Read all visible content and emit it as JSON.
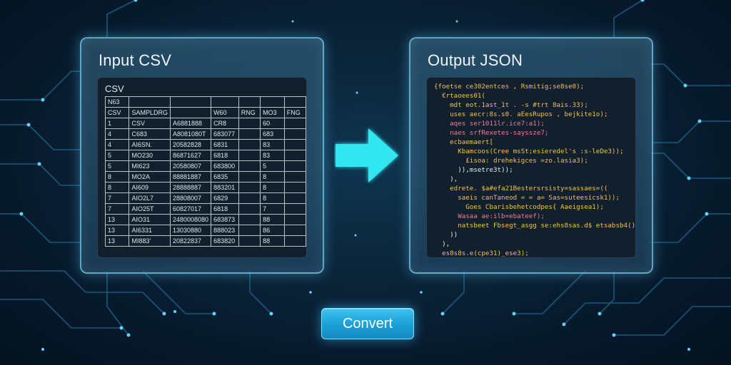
{
  "input_panel": {
    "title": "Input CSV",
    "csv_label": "CSV",
    "table": {
      "header_rows": [
        [
          "N63",
          "",
          "",
          "",
          "",
          "",
          ""
        ],
        [
          "CSV",
          "SAMPLDRG",
          "",
          "W60",
          "RNG",
          "MO3",
          "FNG"
        ]
      ],
      "rows": [
        [
          "1",
          "CSV",
          "A6881888",
          "CR8",
          "",
          "60",
          ""
        ],
        [
          "4",
          "C683",
          "A8081080T",
          "683077",
          "",
          "683",
          ""
        ],
        [
          "4",
          "AI6SN.",
          "20582828",
          "6831",
          "",
          "83",
          ""
        ],
        [
          "5",
          "MO230",
          "86871627",
          "6818",
          "",
          "83",
          ""
        ],
        [
          "5",
          "MI623",
          "20580807",
          "683800",
          "",
          "5",
          ""
        ],
        [
          "8",
          "MO2A",
          "88881887",
          "6835",
          "",
          "8",
          ""
        ],
        [
          "8",
          "AI609",
          "28888887",
          "883201",
          "",
          "8",
          ""
        ],
        [
          "7",
          "AIO2L7",
          "28808007",
          "6829",
          "",
          "8",
          ""
        ],
        [
          "7",
          "AIO25T",
          "60827017",
          "6818",
          "",
          "7",
          ""
        ],
        [
          "13",
          "AIO31",
          "2480008080",
          "683873",
          "",
          "88",
          ""
        ],
        [
          "13",
          "AI6331",
          "13030880",
          "888023",
          "",
          "86",
          ""
        ],
        [
          "13",
          "MI883'",
          "20822837",
          "683820",
          "",
          "88",
          ""
        ]
      ]
    }
  },
  "output_panel": {
    "title": "Output JSON",
    "code_lines": [
      {
        "text": "{foetse ce302entces , Rsmitig;se8se0);",
        "color": "#f2c14e"
      },
      {
        "text": "  €rtaoees01(",
        "color": "#f2c14e"
      },
      {
        "text": "    mdt eot.1ast_1t . -s #trt 8ais.33);",
        "color": "#f2c14e"
      },
      {
        "text": "    uses aecr:8s.s0. aEesRupos , bejkite1o);",
        "color": "#f2c14e"
      },
      {
        "text": "    aqes ser1011lr.ice7:a1);",
        "color": "#f07a9a"
      },
      {
        "text": "    naes srfRexetes-sayssze7;",
        "color": "#f07a9a"
      },
      {
        "text": "    ecbaemaert[",
        "color": "#f2c14e"
      },
      {
        "text": "      Kbamcoos(Cree msSt;esieredel's :s-leDe3));",
        "color": "#f2c14e"
      },
      {
        "text": "        £isoa: drehekigces =zo.lasia3);",
        "color": "#f2c14e"
      },
      {
        "text": "      )),msetre3t));",
        "color": "#e6edf3"
      },
      {
        "text": "    ),",
        "color": "#e6edf3"
      },
      {
        "text": "    edrete. $a#efa21Bestersrsisty=sassaes=((",
        "color": "#f2c14e"
      },
      {
        "text": "      saeis canTaneod = = a= Sas=suteesicsk1));",
        "color": "#f2c14e"
      },
      {
        "text": "        Goes Cbarisbehetcodpes{ Aaeigsea1);",
        "color": "#f2c14e"
      },
      {
        "text": "      Wasaa ae:ilb=ebateef);",
        "color": "#f07a9a"
      },
      {
        "text": "      natsbeet Fbsegt_asgg se:ehs8sas.d$ etsabsb4();",
        "color": "#f2c14e"
      },
      {
        "text": "    ))",
        "color": "#e6edf3"
      },
      {
        "text": "  ),",
        "color": "#e6edf3"
      },
      {
        "text": "  es8s8s.e(cpe31)_ese3);",
        "color": "#f2c14e"
      },
      {
        "text": "),",
        "color": "#e6edf3"
      }
    ]
  },
  "actions": {
    "convert_label": "Convert"
  },
  "colors": {
    "accent": "#2fb6e8",
    "arrow": "#33e6f0",
    "panel_border": "#78c8eb"
  },
  "icons": {
    "arrow": "arrow-right-icon"
  }
}
